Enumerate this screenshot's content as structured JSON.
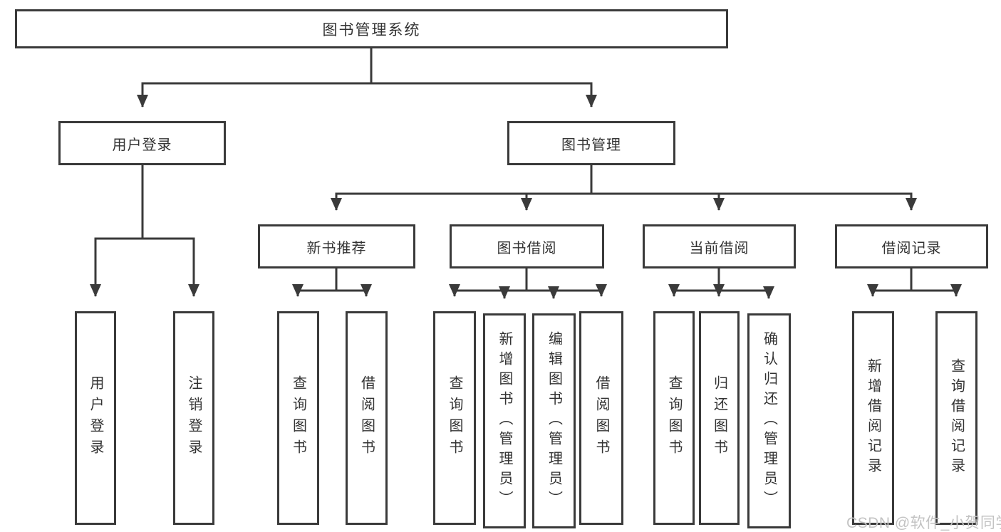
{
  "tree": {
    "label": "图书管理系统",
    "children": [
      {
        "label": "用户登录",
        "children": [
          {
            "label": "用户登录"
          },
          {
            "label": "注销登录"
          }
        ]
      },
      {
        "label": "图书管理",
        "children": [
          {
            "label": "新书推荐",
            "children": [
              {
                "label": "查询图书"
              },
              {
                "label": "借阅图书"
              }
            ]
          },
          {
            "label": "图书借阅",
            "children": [
              {
                "label": "查询图书"
              },
              {
                "label": "新增图书（管理员）"
              },
              {
                "label": "编辑图书（管理员）"
              },
              {
                "label": "借阅图书"
              }
            ]
          },
          {
            "label": "当前借阅",
            "children": [
              {
                "label": "查询图书"
              },
              {
                "label": "归还图书"
              },
              {
                "label": "确认归还（管理员）"
              }
            ]
          },
          {
            "label": "借阅记录",
            "children": [
              {
                "label": "新增借阅记录"
              },
              {
                "label": "查询借阅记录"
              }
            ]
          }
        ]
      }
    ]
  },
  "watermark": {
    "text": "CSDN @软件_小贺同学"
  },
  "colors": {
    "line": "#3a3a3a",
    "text": "#333333",
    "watermark": "#c3c3c3",
    "background": "#ffffff"
  }
}
